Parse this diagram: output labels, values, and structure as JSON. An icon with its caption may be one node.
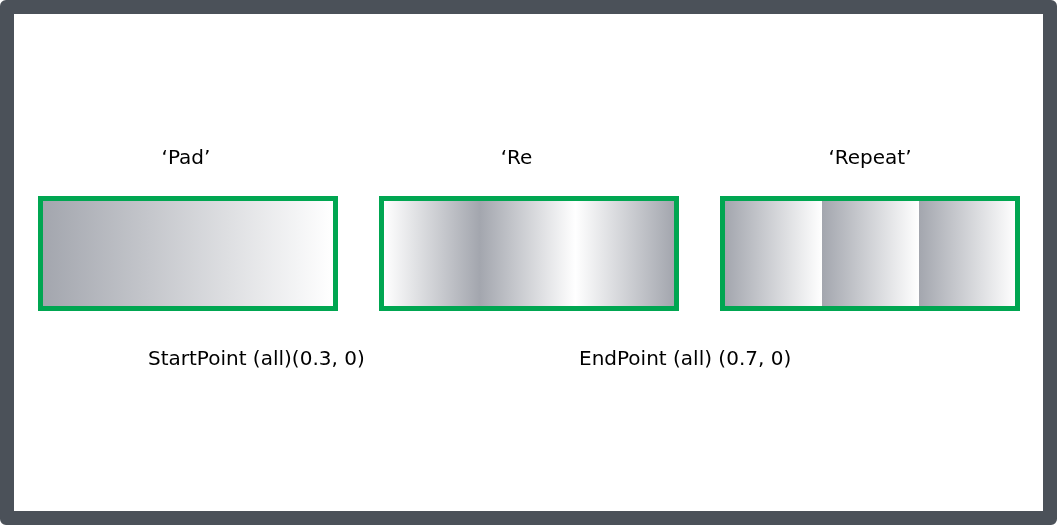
{
  "diagram": {
    "nodes": [
      {
        "text": [
          "‘Pad’"
        ]
      },
      {
        "text": [
          "‘Re"
        ]
      },
      {
        "text": [
          "‘Repeat’"
        ]
      }
    ],
    "labels": [
      "StartPoint (all)(0.3, 0)",
      "EndPoint (all) (0.7, 0)"
    ]
  }
}
